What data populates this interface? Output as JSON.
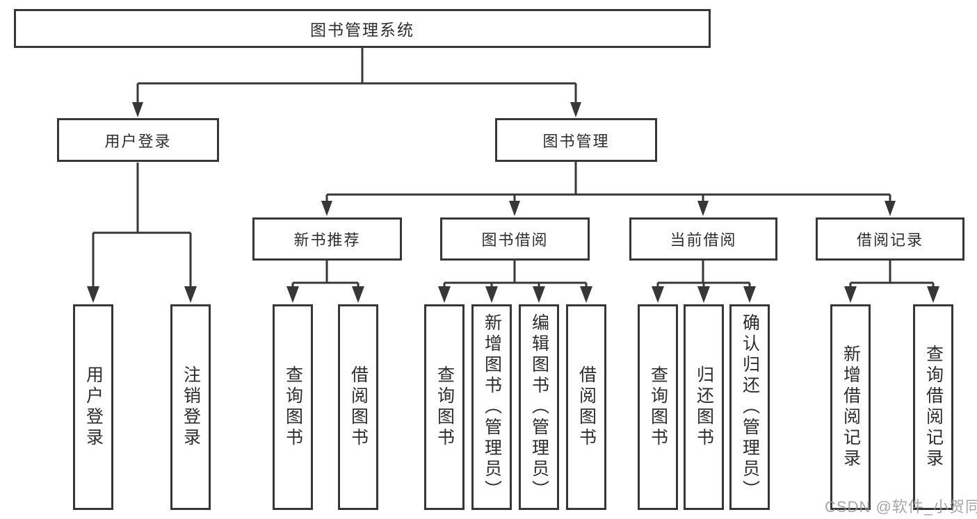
{
  "diagram": {
    "root": {
      "label": "图书管理系统"
    },
    "level2": [
      {
        "id": "user-login",
        "label": "用户登录"
      },
      {
        "id": "book-management",
        "label": "图书管理"
      }
    ],
    "level3": [
      {
        "id": "new-book-recommend",
        "label": "新书推荐",
        "parent": "图书管理"
      },
      {
        "id": "book-borrow",
        "label": "图书借阅",
        "parent": "图书管理"
      },
      {
        "id": "current-borrow",
        "label": "当前借阅",
        "parent": "图书管理"
      },
      {
        "id": "borrow-records",
        "label": "借阅记录",
        "parent": "图书管理"
      }
    ],
    "leaves": [
      {
        "label": "用户登录",
        "parent": "用户登录"
      },
      {
        "label": "注销登录",
        "parent": "用户登录"
      },
      {
        "label": "查询图书",
        "parent": "新书推荐"
      },
      {
        "label": "借阅图书",
        "parent": "新书推荐"
      },
      {
        "label": "查询图书",
        "parent": "图书借阅"
      },
      {
        "label": "新增图书（管理员）",
        "parent": "图书借阅"
      },
      {
        "label": "编辑图书（管理员）",
        "parent": "图书借阅"
      },
      {
        "label": "借阅图书",
        "parent": "图书借阅"
      },
      {
        "label": "查询图书",
        "parent": "当前借阅"
      },
      {
        "label": "归还图书",
        "parent": "当前借阅"
      },
      {
        "label": "确认归还（管理员）",
        "parent": "当前借阅"
      },
      {
        "label": "新增借阅记录",
        "parent": "借阅记录"
      },
      {
        "label": "查询借阅记录",
        "parent": "借阅记录"
      }
    ]
  },
  "watermark": "CSDN @软件_小贺同学",
  "colors": {
    "line": "#373737",
    "box_border": "#373737",
    "text": "#2d2d2d",
    "watermark": "#969696",
    "background": "#ffffff"
  }
}
